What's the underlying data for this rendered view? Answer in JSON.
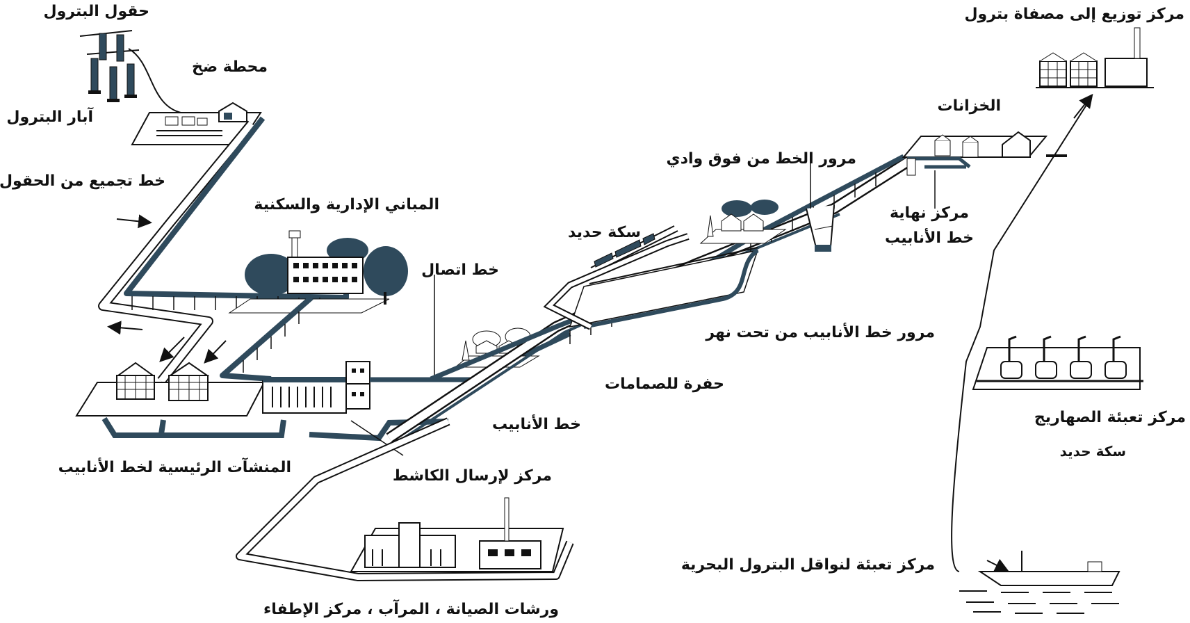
{
  "colors": {
    "pipeline": "#2f4a5c",
    "outline": "#111111",
    "tree": "#2f4a5c",
    "background": "#ffffff"
  },
  "labels": {
    "oil_fields": "حقول البترول",
    "pumping_station": "محطة ضخ",
    "oil_wells": "آبار البترول",
    "field_gathering_line": "خط تجميع من الحقول",
    "admin_residential": "المباني الإدارية والسكنية",
    "connection_line": "خط اتصال",
    "railway_top": "سكة حديد",
    "wadi_crossing": "مرور الخط من فوق وادي",
    "storage_tanks": "الخزانات",
    "distribution_center": "مركز توزيع إلى مصفاة بترول",
    "pipeline_terminal_line1": "مركز نهاية",
    "pipeline_terminal_line2": "خط الأنابيب",
    "river_crossing": "مرور خط الأنابيب من تحت نهر",
    "valve_pit": "حفرة للصمامات",
    "pipeline": "خط الأنابيب",
    "main_facilities": "المنشآت الرئيسية لخط الأنابيب",
    "scraper_launch": "مركز لإرسال الكاشط",
    "tanker_filling": "مركز تعبئة الصهاريج",
    "railway_bottom": "سكة حديد",
    "marine_tanker_filling": "مركز تعبئة لنواقل البترول البحرية",
    "workshops": "ورشات الصيانة ، المرآب ، مركز الإطفاء"
  }
}
